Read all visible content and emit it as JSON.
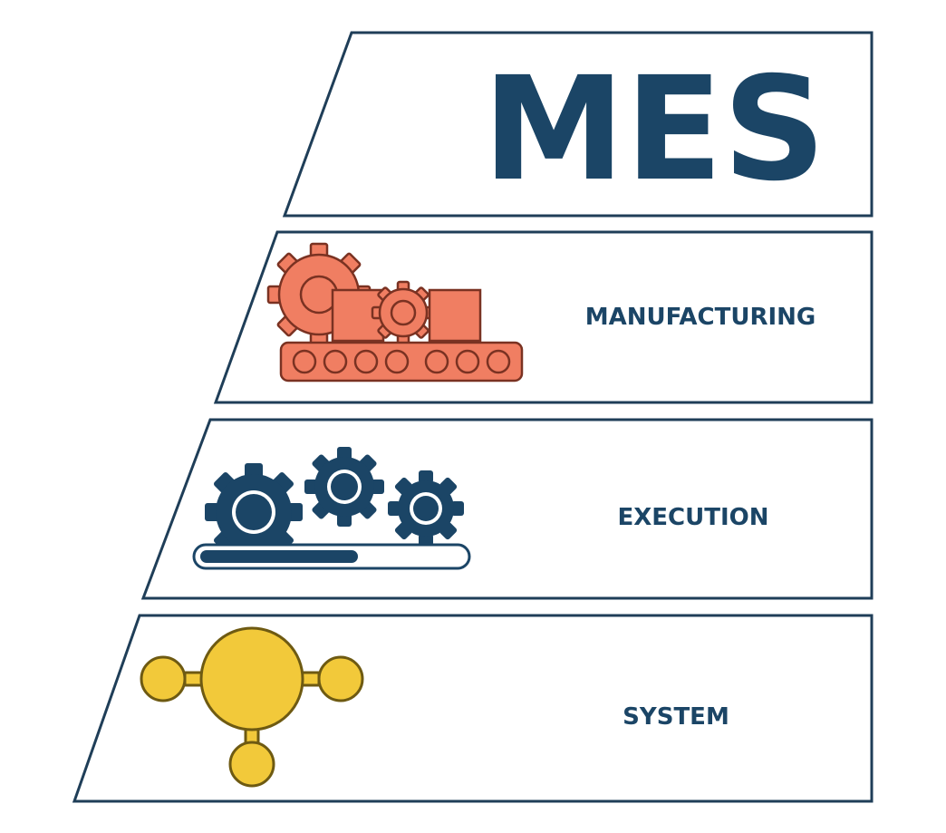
{
  "title": "MES",
  "layers": [
    {
      "label": "MANUFACTURING",
      "icon": "conveyor-gears-icon"
    },
    {
      "label": "EXECUTION",
      "icon": "gears-progress-icon"
    },
    {
      "label": "SYSTEM",
      "icon": "network-nodes-icon"
    }
  ],
  "execution_progress": 0.6,
  "colors": {
    "outline": "#1f3e58",
    "title": "#1b4566",
    "manufacturing": "#f07e62",
    "execution": "#1b4566",
    "system": "#f2c93a"
  }
}
